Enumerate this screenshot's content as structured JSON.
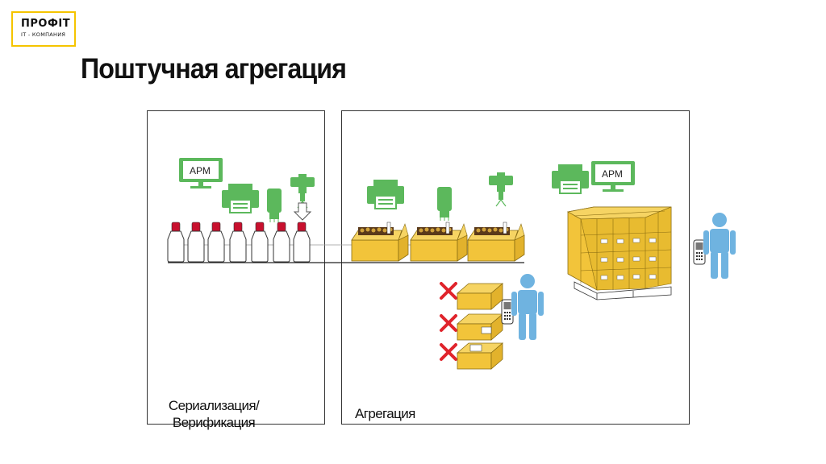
{
  "logo": {
    "name": "ПРОФIТ",
    "subtitle": "IT - КОМПАНИЯ",
    "accent": "#f5c400"
  },
  "title": "Поштучная агрегация",
  "panels": {
    "serialization_label": "Сериализация/ Верификация",
    "aggregation_label": "Агрегация"
  },
  "workstations": [
    {
      "label": "АРМ"
    },
    {
      "label": "АРМ"
    }
  ],
  "colors": {
    "equipment_green": "#5cb85c",
    "box_yellow": "#f2c43a",
    "cap_red": "#c8102e",
    "person_blue": "#6fb3e0",
    "reject_red": "#e0232b"
  },
  "icons": [
    "monitor-icon",
    "printer-icon",
    "scanner-icon",
    "applicator-icon",
    "bottle-icon",
    "box-icon",
    "pallet-icon",
    "person-icon",
    "handheld-scanner-icon",
    "reject-cross-icon",
    "down-arrow-icon"
  ]
}
